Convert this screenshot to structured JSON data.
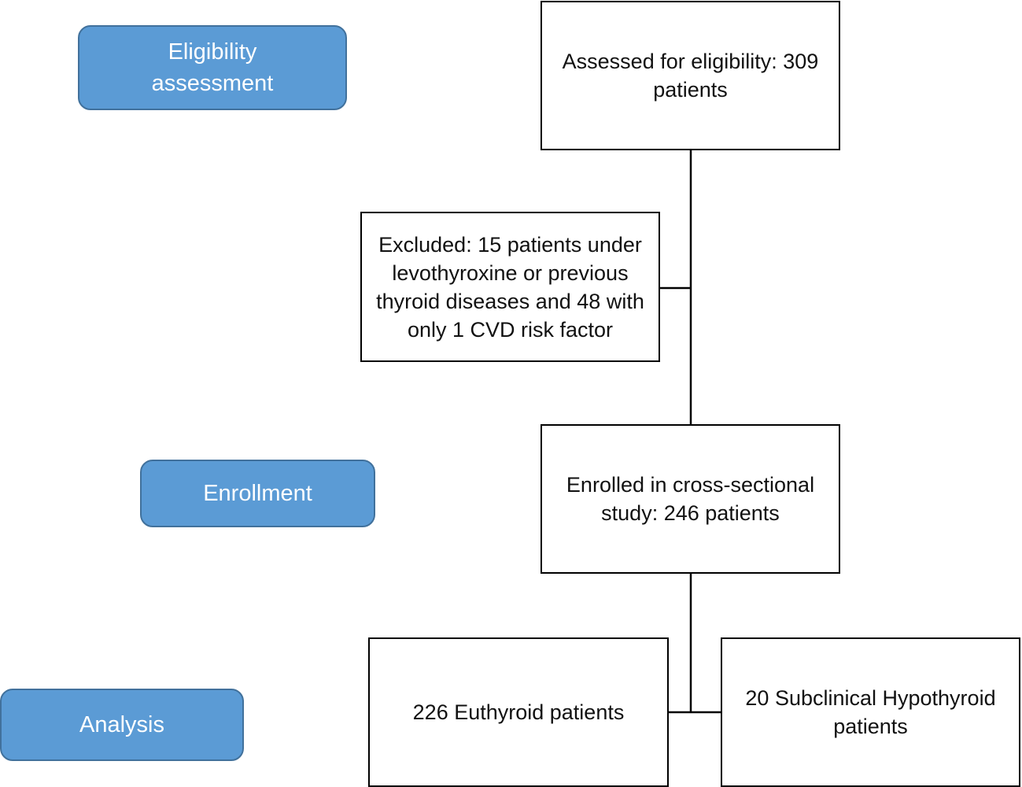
{
  "stages": {
    "eligibility": [
      "Eligibility",
      "assessment"
    ],
    "enrollment": [
      "Enrollment"
    ],
    "analysis": [
      "Analysis"
    ]
  },
  "boxes": {
    "assessed": [
      "Assessed for eligibility: 309",
      "patients"
    ],
    "excluded": [
      "Excluded: 15 patients under",
      "levothyroxine or previous",
      "thyroid diseases and 48 with",
      "only 1 CVD risk factor"
    ],
    "enrolled": [
      "Enrolled in cross-sectional",
      "study: 246  patients"
    ],
    "euthyroid": [
      "226  Euthyroid patients"
    ],
    "subclinical": [
      "20 Subclinical Hypothyroid",
      "patients"
    ]
  },
  "colors": {
    "stage_fill": "#5b9bd5",
    "stage_border": "#41719c",
    "stage_text": "#ffffff",
    "box_border": "#000000",
    "connector": "#000000"
  }
}
